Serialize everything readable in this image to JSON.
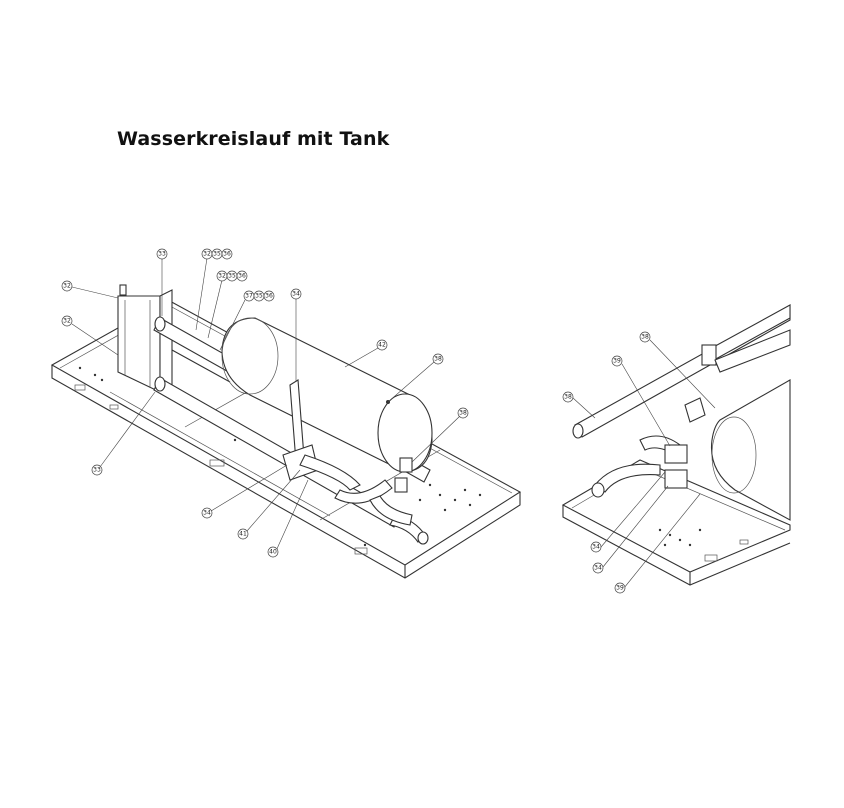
{
  "title": "Wasserkreislauf mit Tank",
  "callouts_left": [
    {
      "id": "l33a",
      "label": "33"
    },
    {
      "id": "l32a",
      "label": "32"
    },
    {
      "id": "l35a",
      "label": "35"
    },
    {
      "id": "l36a",
      "label": "36"
    },
    {
      "id": "l32b",
      "label": "32"
    },
    {
      "id": "l35b",
      "label": "35"
    },
    {
      "id": "l36b",
      "label": "36"
    },
    {
      "id": "l37",
      "label": "37"
    },
    {
      "id": "l35c",
      "label": "35"
    },
    {
      "id": "l36c",
      "label": "36"
    },
    {
      "id": "l34a",
      "label": "34"
    },
    {
      "id": "l32c",
      "label": "32"
    },
    {
      "id": "l32d",
      "label": "32"
    },
    {
      "id": "l42",
      "label": "42"
    },
    {
      "id": "l38a",
      "label": "38"
    },
    {
      "id": "l38b",
      "label": "38"
    },
    {
      "id": "l33b",
      "label": "33"
    },
    {
      "id": "l34b",
      "label": "34"
    },
    {
      "id": "l41",
      "label": "41"
    },
    {
      "id": "l40",
      "label": "40"
    }
  ],
  "callouts_right": [
    {
      "id": "r38a",
      "label": "38"
    },
    {
      "id": "r39a",
      "label": "39"
    },
    {
      "id": "r38b",
      "label": "38"
    },
    {
      "id": "r34a",
      "label": "34"
    },
    {
      "id": "r34b",
      "label": "34"
    },
    {
      "id": "r39b",
      "label": "39"
    }
  ]
}
